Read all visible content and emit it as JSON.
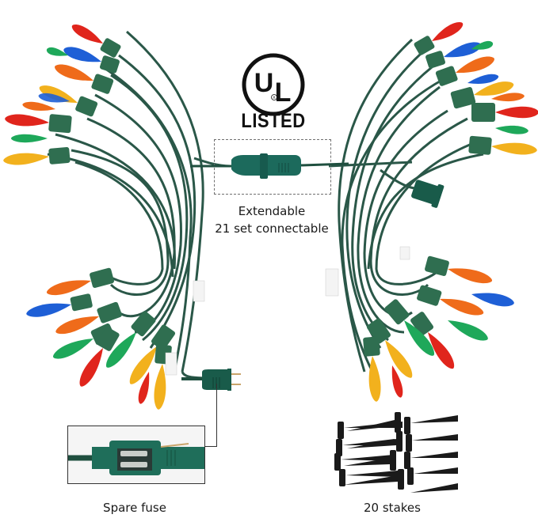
{
  "certification": {
    "logo_letters": "UL",
    "registered_mark": "®",
    "label": "LISTED"
  },
  "callouts": {
    "connector": {
      "line1": "Extendable",
      "line2": "21 set connectable"
    },
    "fuse": {
      "label": "Spare fuse"
    },
    "stakes": {
      "label": "20 stakes"
    }
  },
  "product": {
    "bulb_colors": [
      "#e0251c",
      "#1e5fd6",
      "#1ea85a",
      "#ef6b1a",
      "#f2b11d"
    ],
    "wire_color": "#1f4f3f",
    "socket_color": "#2f6e50",
    "plug_color": "#195b4a",
    "stake_color": "#1a1a1a"
  }
}
